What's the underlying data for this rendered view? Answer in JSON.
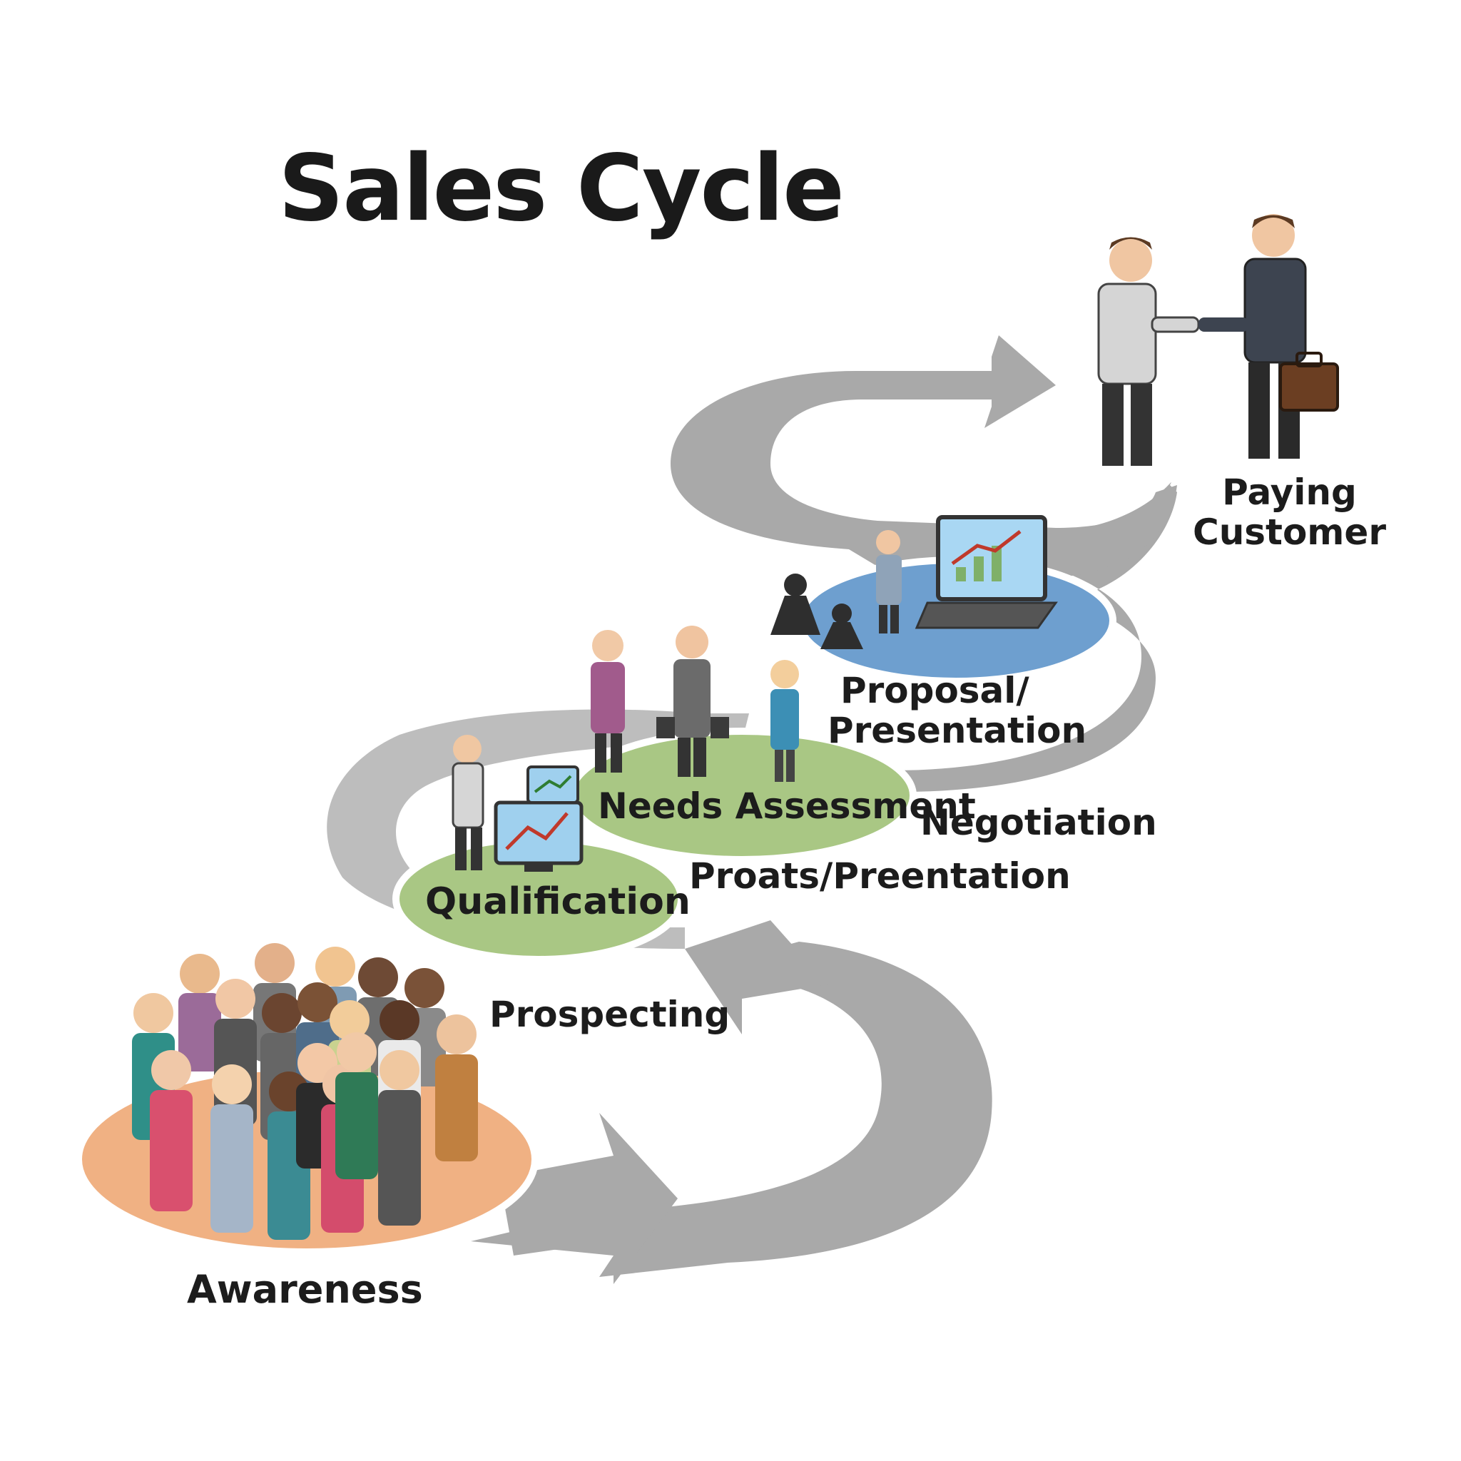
{
  "title": "Sales Cycle",
  "stages": {
    "awareness": "Awareness",
    "prospecting": "Prospecting",
    "qualification": "Qualification",
    "needs_assessment": "Needs Assessment",
    "proats_preentation": "Proats/Preentation",
    "negotiation": "Negotiation",
    "proposal_line1": "Proposal/",
    "proposal_line2": "Presentation",
    "paying_line1": "Paying",
    "paying_line2": "Customer"
  },
  "colors": {
    "arrow": "#a9a9a9",
    "awareness_platform": "#f0b183",
    "qualification_platform": "#a9c784",
    "needs_platform": "#a9c784",
    "proposal_platform": "#6e9fcf",
    "title_text": "#1a1a1a"
  },
  "icons": [
    "crowd-icon",
    "presenter-icon",
    "monitor-chart-icon",
    "businesspeople-icon",
    "chess-pawn-icon",
    "laptop-chart-icon",
    "handshake-icon",
    "briefcase-icon"
  ]
}
